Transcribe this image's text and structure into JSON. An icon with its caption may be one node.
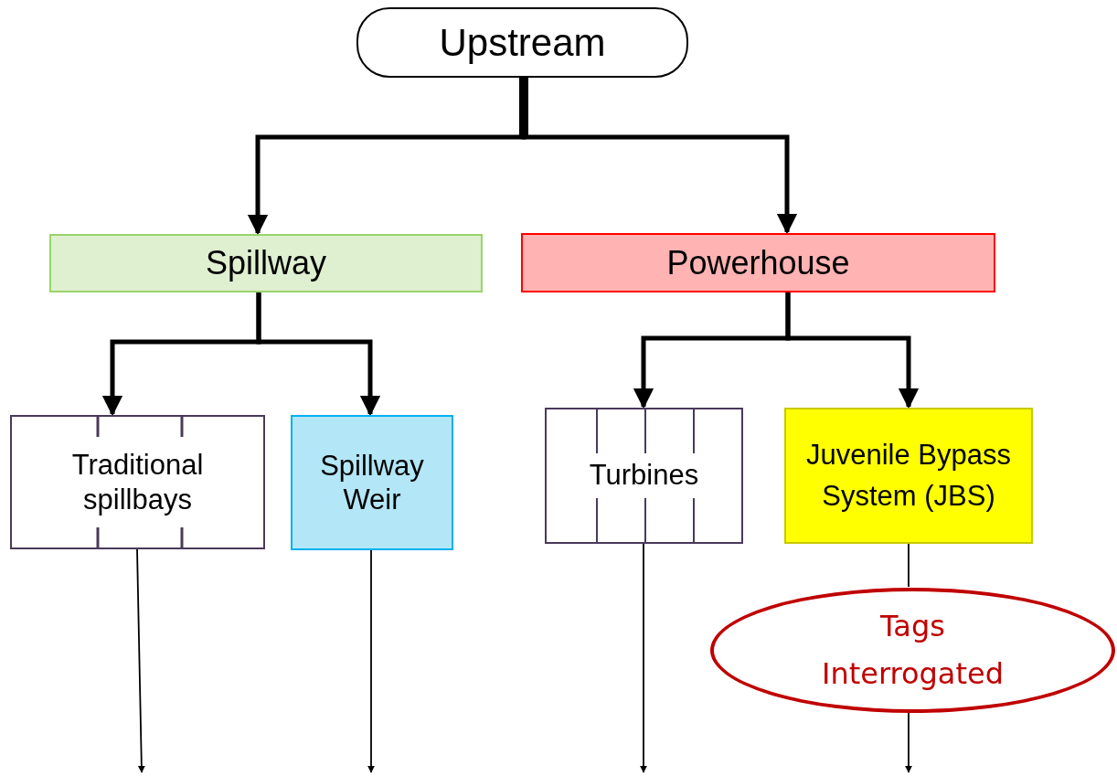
{
  "diagram": {
    "nodes": [
      {
        "text": [
          "Upstream"
        ]
      },
      {
        "text": [
          "Spillway"
        ]
      },
      {
        "text": [
          "Powerhouse"
        ]
      },
      {
        "text": [
          "Traditional spillbays"
        ]
      },
      {
        "text": [
          "Spillway Weir"
        ]
      },
      {
        "text": [
          "Turbines"
        ]
      },
      {
        "text": [
          "Juvenile Bypass System (JBS)"
        ]
      },
      {
        "text": [
          "Tags Interrogated"
        ]
      }
    ],
    "edges": [
      {
        "from": 0,
        "to": 1,
        "arrow": "to"
      },
      {
        "from": 0,
        "to": 2,
        "arrow": "to"
      },
      {
        "from": 1,
        "to": 3,
        "arrow": "to"
      },
      {
        "from": 1,
        "to": 4,
        "arrow": "to"
      },
      {
        "from": 2,
        "to": 5,
        "arrow": "to"
      },
      {
        "from": 2,
        "to": 6,
        "arrow": "to"
      },
      {
        "from": 3,
        "to": null,
        "arrow": "to"
      },
      {
        "from": 4,
        "to": null,
        "arrow": "to"
      },
      {
        "from": 5,
        "to": null,
        "arrow": "to"
      },
      {
        "from": 6,
        "to": 7,
        "arrow": "none"
      },
      {
        "from": 7,
        "to": null,
        "arrow": "to"
      }
    ]
  }
}
